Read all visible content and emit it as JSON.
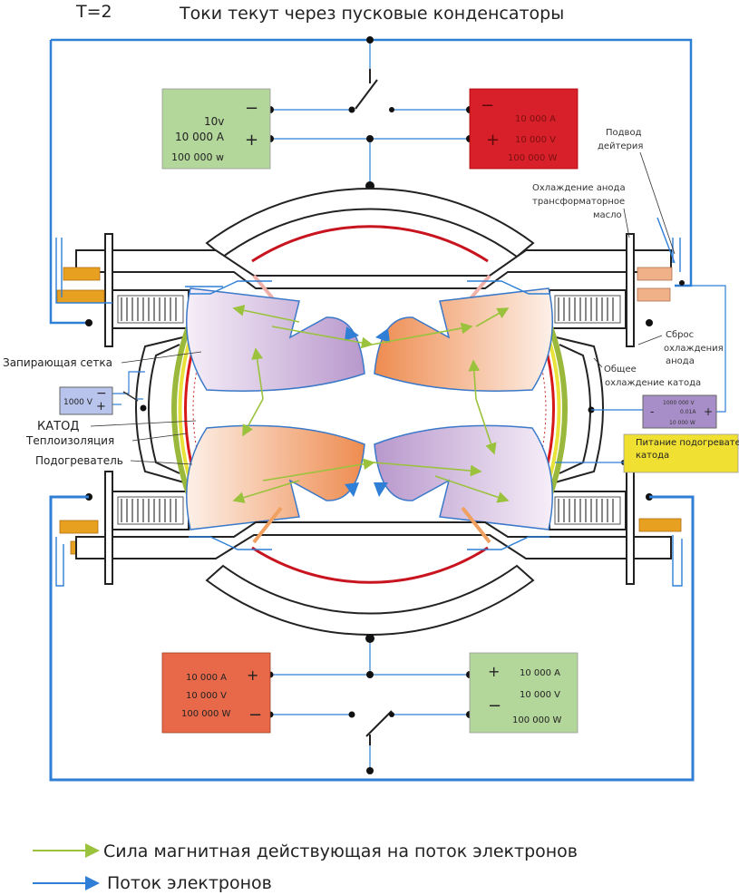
{
  "header": {
    "time_label": "T=2",
    "title": "Токи текут через пусковые конденсаторы"
  },
  "supplies": {
    "top_left": {
      "value1": "10v",
      "value2": "10 000 A",
      "value3": "100 000 w",
      "minus": "−",
      "plus": "+"
    },
    "top_right": {
      "minus": "−",
      "plus": "+",
      "value1": "10 000 A",
      "value2": "10 000 V",
      "value3": "100 000 W"
    },
    "bottom_left": {
      "value1": "10 000 A",
      "value2": "10 000 V",
      "value3": "100 000 W",
      "plus": "+",
      "minus": "−"
    },
    "bottom_right": {
      "plus": "+",
      "minus": "−",
      "value1": "10 000 A",
      "value2": "10 000 V",
      "value3": "100 000 W"
    },
    "grid_supply": {
      "value": "1000 V",
      "minus": "−",
      "plus": "+"
    },
    "cathode_supply": {
      "value1": "1000 000 V",
      "value2": "0.01A",
      "value3": "10 000 W",
      "minus": "-",
      "plus": "+"
    }
  },
  "labels": {
    "deuterium_feed": "Подвод дейтерия",
    "anode_cooling": "Охлаждение анода трансформаторное масло",
    "anode_cooling_reset": "Сброс охлаждения анода",
    "cathode_cooling": "Общее охлаждение катода",
    "locking_grid": "Запирающая сетка",
    "cathode": "КАТОД",
    "thermal_insulation": "Теплоизоляция",
    "heater": "Подогреватель",
    "heater_supply": "Питание подогревателя катода"
  },
  "legend": {
    "magnetic_force": "Сила магнитная действующая на поток электронов",
    "electron_flow": "Поток электронов"
  },
  "colors": {
    "wire_blue": "#2f7fd6",
    "force_green": "#9ac23c",
    "supply_green": "#b3d69a",
    "supply_red": "#d8202a",
    "supply_orange": "#e8694a",
    "grid_supply_blue": "#b8c4ec",
    "cathode_supply_purple": "#a88ec8",
    "heater_supply_yellow": "#f0e032",
    "plasma_orange": "#f0a070",
    "plasma_purple": "#c8a8d8"
  }
}
